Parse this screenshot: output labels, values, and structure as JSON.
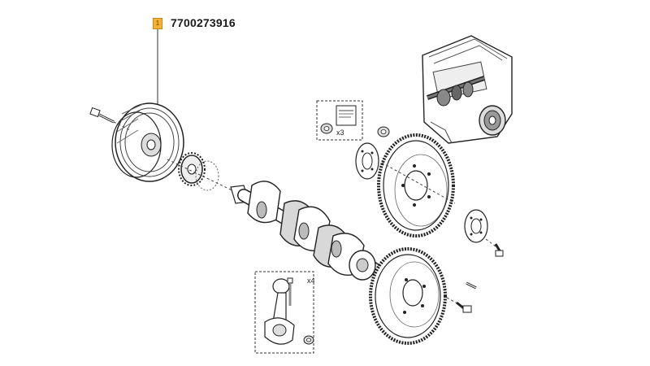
{
  "callout": {
    "badge_label": "1",
    "part_number": "7700273916",
    "badge_color": "#f2b233"
  },
  "quantities": {
    "gasket_kit_qty": "x3",
    "conrod_bolt_qty": "x4"
  },
  "icons": [
    "crankshaft-pulley-icon",
    "timing-gear-icon",
    "crankshaft-icon",
    "flywheel-icon",
    "engine-block-icon",
    "connecting-rod-icon",
    "bolt-icon",
    "nut-icon",
    "instruction-sheet-icon"
  ]
}
